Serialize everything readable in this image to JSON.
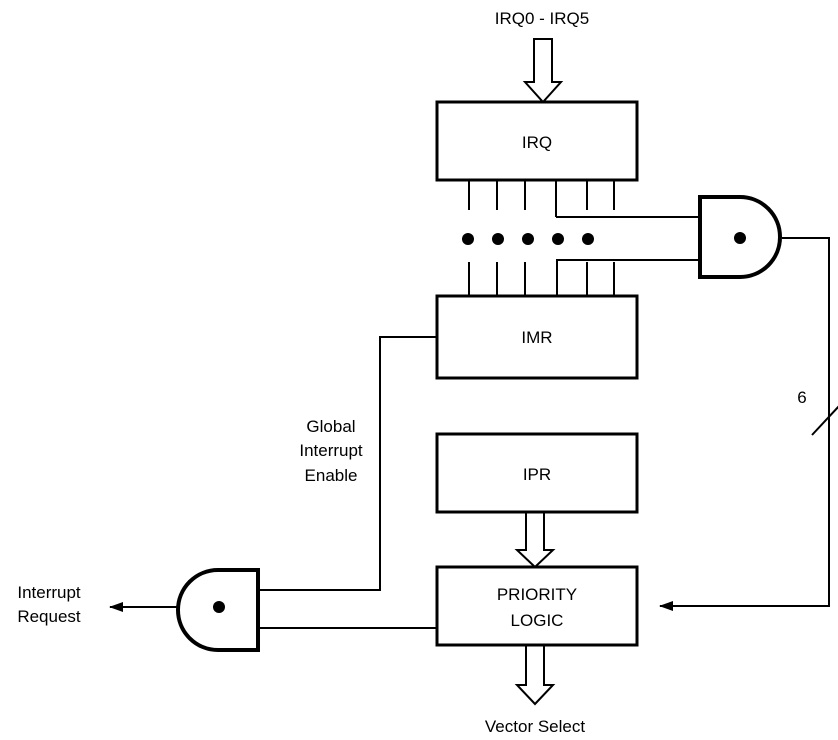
{
  "diagram": {
    "input_label": "IRQ0 - IRQ5",
    "blocks": {
      "irq": "IRQ",
      "imr": "IMR",
      "ipr": "IPR",
      "priority_line1": "PRIORITY",
      "priority_line2": "LOGIC"
    },
    "global_enable": [
      "Global",
      "Interrupt",
      "Enable"
    ],
    "bus_width": "6",
    "output_label": [
      "Interrupt",
      "Request"
    ],
    "vector_label": "Vector Select"
  }
}
